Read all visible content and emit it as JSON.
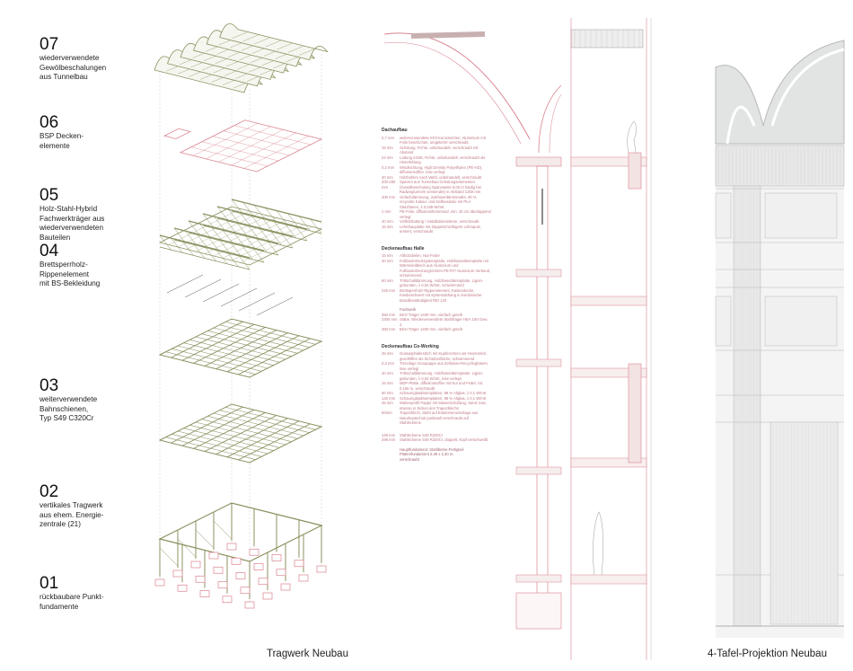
{
  "labels": [
    {
      "num": "07",
      "text": "wiederverwendete\nGewölbeschalungen\naus Tunnelbau"
    },
    {
      "num": "06",
      "text": "BSP Decken-\nelemente"
    },
    {
      "num": "05",
      "text": "Holz-Stahl-Hybrid\nFachwerkträger aus\nwiederverwendeten\nBauteilen"
    },
    {
      "num": "04",
      "text": "Brettsperrholz-\nRippenelement\nmit BS-Bekleidung"
    },
    {
      "num": "03",
      "text": "weiterverwendete\nBahnschienen,\nTyp S49 C320Cr"
    },
    {
      "num": "02",
      "text": "vertikales Tragwerk\naus ehem. Energie-\nzentrale (21)"
    },
    {
      "num": "01",
      "text": "rückbaubare Punkt-\nfundamente"
    }
  ],
  "spec": {
    "roof": {
      "title": "Dachaufbau",
      "rows": [
        {
          "dim": "0,7 mm",
          "text": "weiterverwendete KFZ-Kennzeichen, Aluminium mit Folie beschichtet, umgekehrt verschraubt"
        },
        {
          "dim": "15 mm",
          "text": "Schalung, Fichte, unbehandelt, verschraubt mit Abstand"
        },
        {
          "dim": "24 mm",
          "text": "Lattung 24/48, Fichte, unbehandelt, verschraubt als Hinterlüftung"
        },
        {
          "dim": "0,2 mm",
          "text": "Windsichtung, High Density Polyethylen (PE-HD), diffusionsoffen, lose verlegt"
        },
        {
          "dim": "30 mm",
          "text": "Holzbohlen nach Wahl, unbehandelt, verschraubt"
        },
        {
          "dim": "200-290 mm",
          "text": "Sparren aus Tunnelbau-Schalungselementen (Gewölbeschalung Spannweite 6,00 m häufig bei Radwegtunneln verwendet) in Abstand 1250 mm"
        },
        {
          "dim": "200 mm",
          "text": "Gefachdämmung, Jutefaserdämmmatte, 90 % recycelte Kakao- und Kaffeesäcke mit PLA Stützfasern, λ 0,038 W/mK"
        },
        {
          "dim": "1 mm",
          "text": "PE-Folie, diffusionshemmend, min. 30 cm überlappend verlegt"
        },
        {
          "dim": "40 mm",
          "text": "Vollholzlattung / Installationsebene, verschraubt"
        },
        {
          "dim": "15 mm",
          "text": "Lehmbauplatte mit doppelschichtigem Lehmputz, armiert, verschraubt"
        }
      ]
    },
    "hall": {
      "title": "Deckenaufbau Halle",
      "rows": [
        {
          "dim": "15 mm",
          "text": "Altholzdielen, Nut-Feder"
        },
        {
          "dim": "40 mm",
          "text": "Fußbodenheizsystemplatte, Holzfaserdämmplatte mit Wärmeleitblech aus Aluminium und Fußbodenheizungsrohren PE-RT/ Aluminium Verbund, schwimmend"
        },
        {
          "dim": "60 mm",
          "text": "Trittschalldämmung, Holzfaserdämmplatte, Lignin-gebunden, λ 0,04 W/mK, schwimmend"
        },
        {
          "dim": "245 mm",
          "text": "Brettsperrholz-Rippenelement, Kastendecke, Kiesbeschwert mit Systemabhang in kombinierter Brandbeständigkeit REI 120"
        }
      ],
      "sub_title": "Fachwerk",
      "sub_rows": [
        {
          "dim": "350 mm",
          "text": "BSH Träger 1400 mm, vierfach geteilt"
        },
        {
          "dim": "2300 mm",
          "text": "Stäbe, Wiederverwendete Stahlträger HEA 160 Gew. 2,"
        },
        {
          "dim": "350 mm",
          "text": "BSH Träger 1400 mm, vierfach geteilt"
        }
      ]
    },
    "cowork": {
      "title": "Deckenaufbau Co-Working",
      "rows": [
        {
          "dim": "35 mm",
          "text": "Gussasphaltestrich mit Kupferrohren als Heizestrich, geschliffen als Sichtoberfläche, schwimmend"
        },
        {
          "dim": "0,3 mm",
          "text": "Trennlage Graupappe aus Zellulose-Recyclingfasern, lose verlegt"
        },
        {
          "dim": "40 mm",
          "text": "Trittschalldämmung, Holzfaserdämmplatte, Lignin-gebunden, λ 0,04 W/mK, lose verlegt"
        },
        {
          "dim": "15 mm",
          "text": "MDF-Platte, diffusionsoffen mit Nut und Feder, ral. 0,165 m, verschraubt"
        },
        {
          "dim": "60 mm",
          "text": "Schaumglasdämmplatten, 98 % Altglas, λ 0,1 W/mK"
        },
        {
          "dim": "140 mm",
          "text": "Schaumglasdämmplatten, 98 % Altglas, λ 0,1 W/mK"
        },
        {
          "dim": "45 mm",
          "text": "Wabenprofil Pappe mit Masseschüttung, Sand, lose, ebenso in Sicken des Trapezblechs"
        },
        {
          "dim": "50mm",
          "text": "Trapezblech, Stahl auf Elastomerunterlage aus Naturkautschuk punktuell verschraubt auf Stahlschiene"
        }
      ],
      "rails": [
        {
          "dim": "149 mm",
          "text": "Stahlschiene S49 R320Cr"
        },
        {
          "dim": "298 mm",
          "text": "Stahlschiene S49 R320Cr, doppelt, Kopf verschweißt"
        }
      ],
      "foundation": "Hauptfundament: Stahlbeton-Fertigteil-Plattenfundament 2,40 x 2,40 m, verschraubt"
    }
  },
  "captions": {
    "left": "Tragwerk Neubau",
    "right": "4-Tafel-Projektion Neubau"
  },
  "colors": {
    "structure": "#8c9160",
    "red": "#d9838f",
    "grey": "#b8b8b8"
  }
}
